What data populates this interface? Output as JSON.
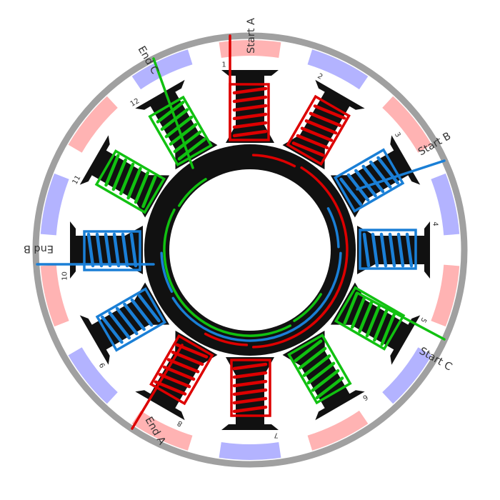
{
  "labels": {
    "start_a": "Start A",
    "end_a": "End A",
    "start_b": "Start B",
    "end_b": "End B",
    "start_c": "Start C",
    "end_c": "End C"
  },
  "tooth_numbers": [
    "1",
    "2",
    "3",
    "4",
    "5",
    "6",
    "7",
    "8",
    "9",
    "10",
    "11",
    "12"
  ],
  "colors": {
    "phase_a": "#dd0000",
    "phase_b": "#1a7fd6",
    "phase_c": "#11c111",
    "stator": "#111111",
    "outer_ring": "#a0a0a0",
    "magnet_north": "#ffb3b3",
    "magnet_south": "#b3b3ff"
  }
}
